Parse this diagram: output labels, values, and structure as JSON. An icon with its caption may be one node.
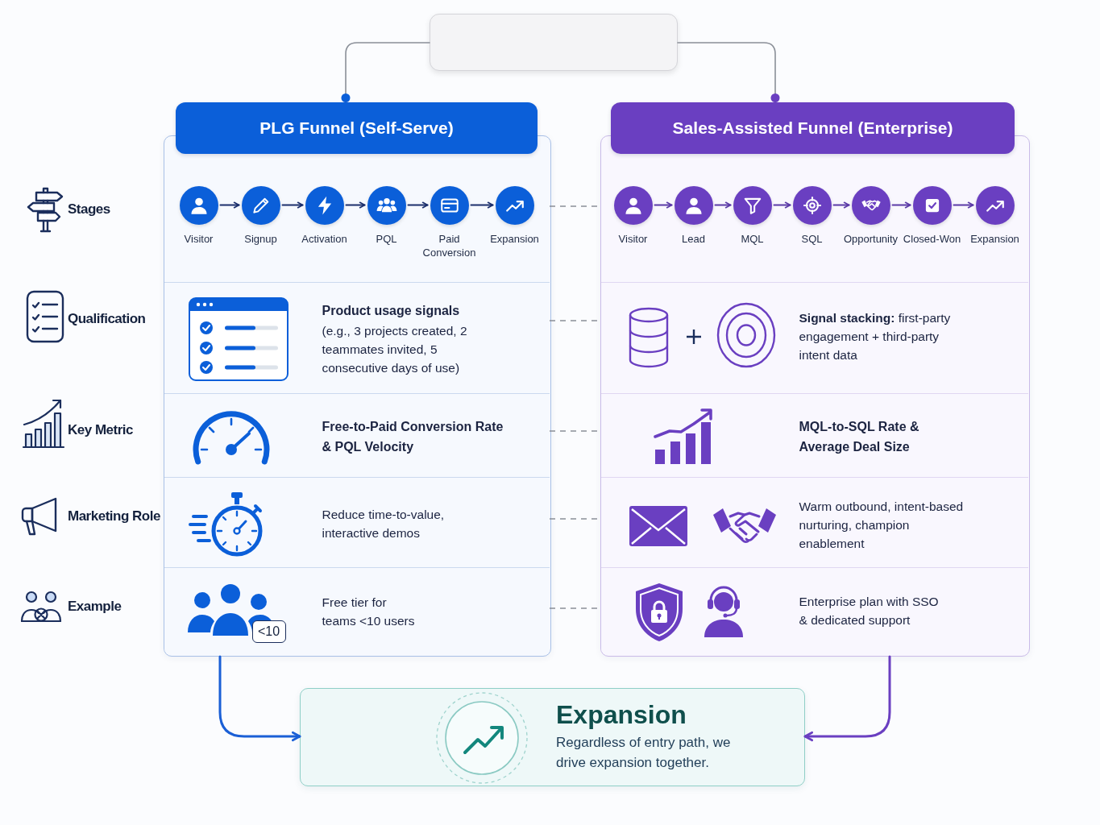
{
  "diagram": {
    "nodes": [
      {
        "text": [],
        "shape": "box"
      },
      {
        "text": [
          "PLG Funnel (Self-Serve)"
        ]
      },
      {
        "text": [],
        "shape": "box"
      },
      {
        "text": [],
        "shape": "box",
        "in": 2
      },
      {
        "text": [],
        "shape": "circle",
        "in": 3,
        "beside": [
          "Visitor"
        ]
      },
      {
        "text": [],
        "shape": "circle",
        "in": 3,
        "beside": [
          "Signup"
        ]
      },
      {
        "text": [],
        "shape": "circle",
        "in": 3,
        "beside": [
          "Activation"
        ]
      },
      {
        "text": [],
        "shape": "circle",
        "in": 3,
        "beside": [
          "PQL"
        ]
      },
      {
        "text": [],
        "shape": "circle",
        "in": 3,
        "beside": [
          "Paid Conversion"
        ]
      },
      {
        "text": [],
        "shape": "circle",
        "in": 3,
        "beside": [
          "Expansion"
        ]
      },
      {
        "text": [
          "Product usage signals",
          "(e.g., 3 projects created, 2 teammates invited, 5 consecutive days of use)"
        ],
        "in": 2
      },
      {
        "text": [
          "Free-to-Paid Conversion Rate & PQL Velocity"
        ],
        "in": 2
      },
      {
        "text": [
          "Reduce time-to-value, interactive demos"
        ],
        "in": 2
      },
      {
        "text": [
          "<10",
          "Free tier for teams <10 users"
        ],
        "in": 2
      },
      {
        "text": [
          "Sales-Assisted Funnel (Enterprise)"
        ]
      },
      {
        "text": [],
        "shape": "box"
      },
      {
        "text": [],
        "shape": "box",
        "in": 15
      },
      {
        "text": [],
        "shape": "circle",
        "in": 16,
        "beside": [
          "Visitor"
        ]
      },
      {
        "text": [],
        "shape": "circle",
        "in": 16,
        "beside": [
          "Lead"
        ]
      },
      {
        "text": [],
        "shape": "circle",
        "in": 16,
        "beside": [
          "MQL"
        ]
      },
      {
        "text": [],
        "shape": "circle",
        "in": 16,
        "beside": [
          "SQL"
        ]
      },
      {
        "text": [],
        "shape": "circle",
        "in": 16,
        "beside": [
          "Opportunity"
        ]
      },
      {
        "text": [],
        "shape": "circle",
        "in": 16,
        "beside": [
          "Closed-Won"
        ]
      },
      {
        "text": [],
        "shape": "circle",
        "in": 16,
        "beside": [
          "Expansion"
        ]
      },
      {
        "text": [
          "**Signal stacking:** first-party engagement + third-party intent data"
        ],
        "in": 15
      },
      {
        "text": [
          "MQL-to-SQL Rate & Average Deal Size"
        ],
        "in": 15
      },
      {
        "text": [
          "Warm outbound, intent-based nurturing, champion enablement"
        ],
        "in": 15
      },
      {
        "text": [
          "Enterprise plan with SSO & dedicated support"
        ],
        "in": 15
      },
      {
        "text": [
          "Expansion",
          "Regardless of entry path, we drive expansion together."
        ]
      }
    ],
    "edges": [
      {
        "from": 0,
        "to": 1,
        "arrow": "other"
      },
      {
        "from": 0,
        "to": 14,
        "arrow": "other"
      },
      {
        "from": 4,
        "to": 5,
        "arrow": "to",
        "color": "#1b2e6b"
      },
      {
        "from": 5,
        "to": 6,
        "arrow": "to",
        "color": "#1b2e6b"
      },
      {
        "from": 6,
        "to": 7,
        "arrow": "to",
        "color": "#1b2e6b"
      },
      {
        "from": 7,
        "to": 8,
        "arrow": "to",
        "color": "#1b2e6b"
      },
      {
        "from": 8,
        "to": 9,
        "arrow": "to",
        "color": "#1b2e6b"
      },
      {
        "from": 17,
        "to": 18,
        "arrow": "to",
        "color": "#5b3aa6"
      },
      {
        "from": 18,
        "to": 19,
        "arrow": "to",
        "color": "#5b3aa6"
      },
      {
        "from": 19,
        "to": 20,
        "arrow": "to",
        "color": "#5b3aa6"
      },
      {
        "from": 20,
        "to": 21,
        "arrow": "to",
        "color": "#5b3aa6"
      },
      {
        "from": 21,
        "to": 22,
        "arrow": "to",
        "color": "#5b3aa6"
      },
      {
        "from": 22,
        "to": 23,
        "arrow": "to",
        "color": "#5b3aa6"
      },
      {
        "from": 3,
        "to": 16,
        "arrow": "none",
        "style": "dashed"
      },
      {
        "from": 10,
        "to": 24,
        "arrow": "none",
        "style": "dashed"
      },
      {
        "from": 11,
        "to": 25,
        "arrow": "none",
        "style": "dashed"
      },
      {
        "from": 12,
        "to": 26,
        "arrow": "none",
        "style": "dashed"
      },
      {
        "from": 13,
        "to": 27,
        "arrow": "none",
        "style": "dashed"
      },
      {
        "from": 2,
        "to": 28,
        "arrow": "to",
        "color": "#1a5fd6"
      },
      {
        "from": 15,
        "to": 28,
        "arrow": "to",
        "color": "#6a3fc1"
      }
    ],
    "labels": [
      "Stages",
      "Qualification",
      "Key Metric",
      "Marketing Role",
      "Example"
    ]
  }
}
